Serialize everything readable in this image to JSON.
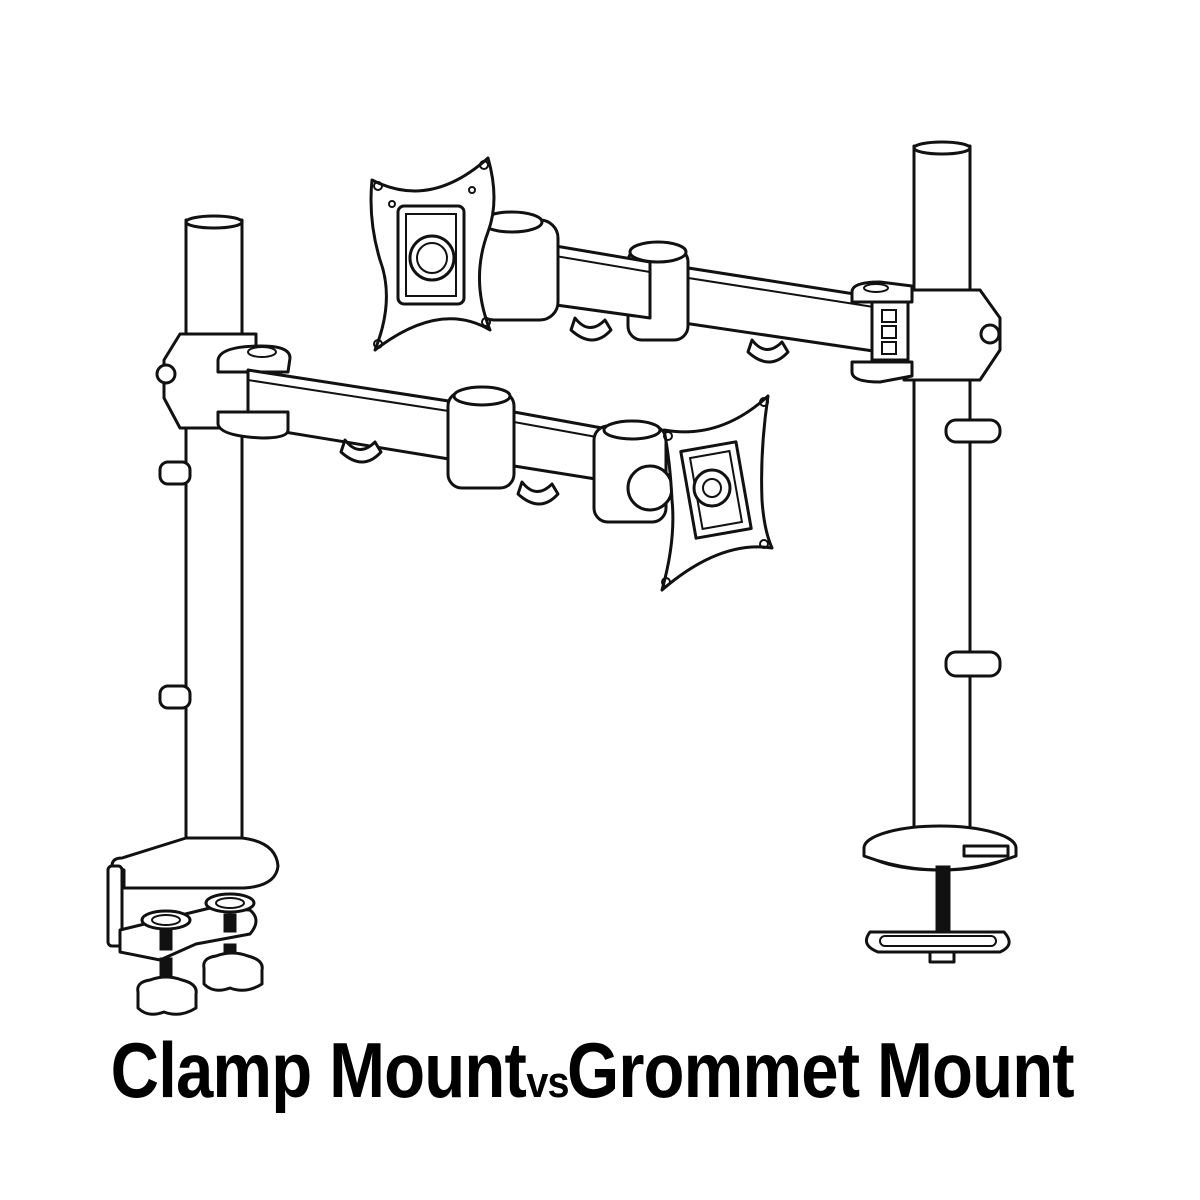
{
  "caption": {
    "left": "Clamp Mount",
    "vs": "vs",
    "right": "Grommet Mount"
  },
  "diagram": {
    "subject": "Dual monitor arm desk mount",
    "components": {
      "left_pole": "clamp-mount-pole",
      "right_pole": "grommet-mount-pole",
      "front_arm": "front-monitor-arm",
      "back_arm": "back-monitor-arm",
      "front_vesa_plate": "front-vesa-plate",
      "back_vesa_plate": "back-vesa-plate",
      "clamp_base": "c-clamp-base",
      "grommet_base": "grommet-base"
    },
    "colors": {
      "line": "#111111",
      "background": "#ffffff"
    }
  }
}
